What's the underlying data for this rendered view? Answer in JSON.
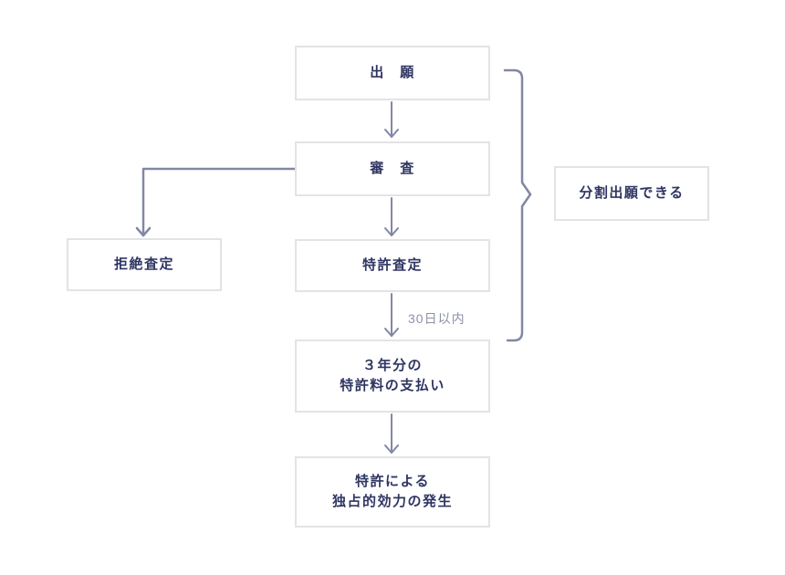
{
  "flowchart": {
    "nodes": {
      "application": "出　願",
      "examination": "審　査",
      "rejection_decision": "拒絶査定",
      "patent_decision": "特許査定",
      "divisional_note": "分割出願できる",
      "fee_payment": "３年分の\n特許料の支払い",
      "exclusive_effect": "特許による\n独占的効力の発生"
    },
    "edge_labels": {
      "within_30_days": "30日以内"
    },
    "colors": {
      "background": "#ffffff",
      "box_border": "#e3e3e7",
      "box_text": "#2f3562",
      "arrow": "#8287a3",
      "edge_label_text": "#8d91a8"
    }
  }
}
